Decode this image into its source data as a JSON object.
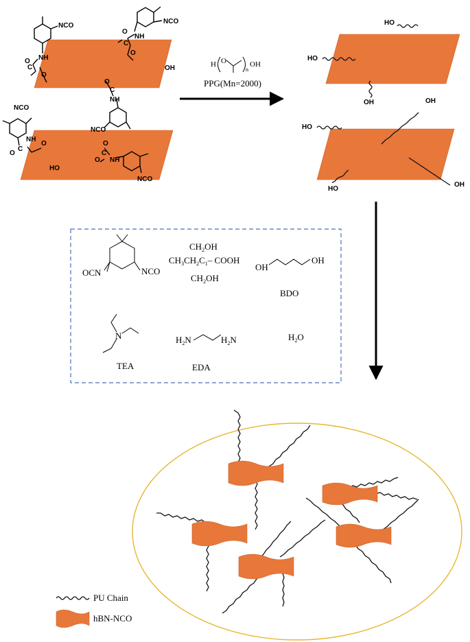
{
  "colors": {
    "sheet": "#e8773a",
    "sheet_edge": "#c9642c",
    "dashed_box": "#4a6fb5",
    "ellipse": "#e6b733",
    "chain": "#111111"
  },
  "icons": {
    "chain": "wavy-chain-icon",
    "sheet": "wavy-sheet-icon"
  },
  "reactant_groups": {
    "nco": "NCO",
    "nh": "NH",
    "c": "C",
    "o": "O",
    "oh_right": "OH",
    "ho_left": "HO"
  },
  "reagent": {
    "h": "H",
    "o": "O",
    "n": "n",
    "oh": "OH",
    "ppg_label": "PPG(Mn=2000)"
  },
  "modified_sheets": {
    "ho": "HO",
    "oh": "OH"
  },
  "reagents_box": {
    "ipdi_ocn": "OCN",
    "ipdi_nco": "NCO",
    "dmpa_top": "CH",
    "dmpa_top_sub": "2",
    "dmpa_top_oh": "OH",
    "dmpa_mid_a": "CH",
    "dmpa_mid_sub1": "3",
    "dmpa_mid_b": "CH",
    "dmpa_mid_sub2": "2",
    "dmpa_mid_c": "C",
    "dmpa_mid_sub3": "1",
    "dmpa_cooh": "– COOH",
    "dmpa_bot": "CH",
    "dmpa_bot_sub": "2",
    "dmpa_bot_oh": "OH",
    "bdo_ho": "OH",
    "bdo_oh": "OH",
    "bdo_label": "BDO",
    "tea_n": "N",
    "tea_label": "TEA",
    "eda_h2n": "H",
    "eda_sub1": "2",
    "eda_n1": "N",
    "eda_h2n2": "H",
    "eda_sub2": "2",
    "eda_n2": "N",
    "eda_label": "EDA",
    "water_h": "H",
    "water_sub": "2",
    "water_o": "O"
  },
  "legend": {
    "chain_label": "PU Chain",
    "sheet_label": "hBN-NCO"
  }
}
